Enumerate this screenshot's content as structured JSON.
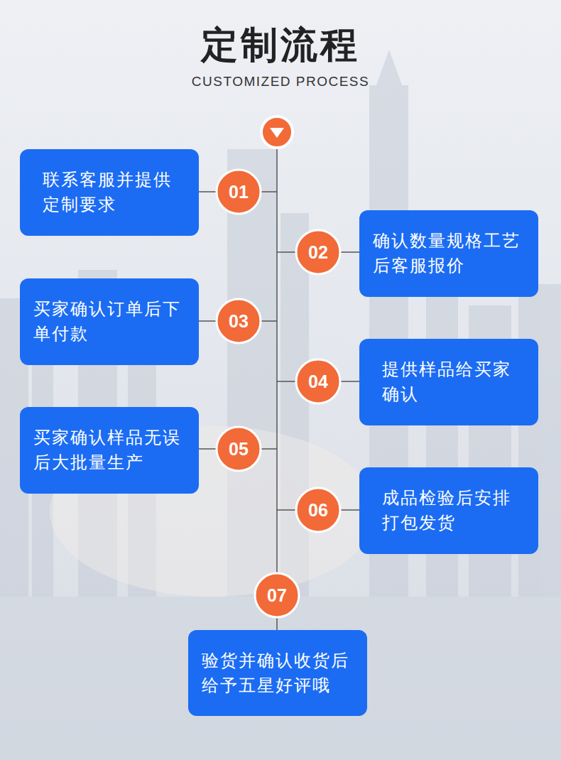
{
  "diagram": {
    "title": "定制流程",
    "nodes": [
      {
        "text": [
          "联系客服并提供 定制要求"
        ]
      },
      {
        "text": [
          "01"
        ]
      },
      {
        "text": [
          "02"
        ]
      },
      {
        "text": [
          "确认数量规格工艺 后客服报价"
        ]
      },
      {
        "text": [
          "买家确认订单后下 单付款"
        ]
      },
      {
        "text": [
          "03"
        ]
      },
      {
        "text": [
          "04"
        ]
      },
      {
        "text": [
          "提供样品给买家 确认"
        ]
      },
      {
        "text": [
          "买家确认样品无误 后大批量生产"
        ]
      },
      {
        "text": [
          "05"
        ]
      },
      {
        "text": [
          "06"
        ]
      },
      {
        "text": [
          "成品检验后安排 打包发货"
        ]
      },
      {
        "text": [
          "07"
        ]
      },
      {
        "text": [
          "验货并确认收货后 给予五星好评哦"
        ]
      }
    ],
    "edges": [
      {
        "from": 1,
        "to": 0,
        "arrow": "none"
      },
      {
        "from": 2,
        "to": 3,
        "arrow": "none"
      },
      {
        "from": 5,
        "to": 4,
        "arrow": "none"
      },
      {
        "from": 6,
        "to": 7,
        "arrow": "none"
      },
      {
        "from": 9,
        "to": 8,
        "arrow": "none"
      },
      {
        "from": 10,
        "to": 11,
        "arrow": "none"
      },
      {
        "from": 12,
        "to": 13,
        "arrow": "none"
      }
    ],
    "labels": [
      "CUSTOMIZED PROCESS"
    ]
  }
}
